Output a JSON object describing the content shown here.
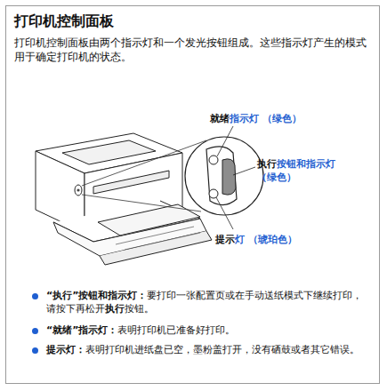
{
  "diagram": {
    "title": "打印机控制面板",
    "labels": [
      "打印机控制面板由两个指示灯和一个发光按钮组成。这些指示灯产生的模式用于确定打印机的状态。",
      "就绪",
      "指示灯",
      "（绿色）",
      "执行",
      "按钮和指示灯",
      "（绿色）",
      "提示",
      "灯",
      "（琥珀色）",
      "“执行”按钮和指示灯：",
      "要打印一张配置页或在手动送纸模式下继续打印，请按下再松开",
      "执行",
      "按钮。",
      "“就绪”指示灯：",
      "表明打印机已准备好打印。",
      "提示灯：",
      "表明打印机进纸盘已空，墨粉盖打开，没有硒鼓或者其它错误。"
    ]
  }
}
